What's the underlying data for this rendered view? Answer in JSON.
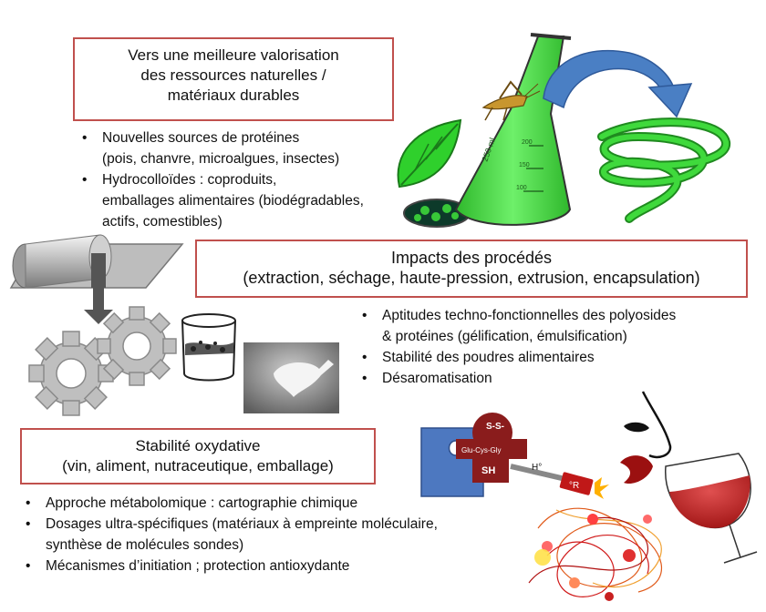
{
  "sections": [
    {
      "title_lines": [
        "Vers une meilleure valorisation",
        "des ressources naturelles /",
        "matériaux durables"
      ],
      "bullets": [
        {
          "lines": [
            "Nouvelles sources de protéines",
            "(pois, chanvre, microalgues, insectes)"
          ]
        },
        {
          "lines": [
            "Hydrocolloïdes : coproduits,",
            "emballages alimentaires (biodégradables,",
            "actifs, comestibles)"
          ]
        }
      ]
    },
    {
      "title_lines": [
        "Impacts des procédés",
        "(extraction, séchage, haute-pression, extrusion, encapsulation)"
      ],
      "bullets": [
        {
          "lines": [
            "Aptitudes techno-fonctionnelles des polyosides",
            "& protéines (gélification, émulsification)"
          ]
        },
        {
          "lines": [
            "Stabilité des poudres alimentaires"
          ]
        },
        {
          "lines": [
            "Désaromatisation"
          ]
        }
      ]
    },
    {
      "title_lines": [
        "Stabilité oxydative",
        "(vin, aliment, nutraceutique, emballage)"
      ],
      "bullets": [
        {
          "lines": [
            "Approche métabolomique : cartographie chimique"
          ]
        },
        {
          "lines": [
            "Dosages ultra-spécifiques (matériaux à empreinte moléculaire,",
            "synthèse de molécules sondes)"
          ]
        },
        {
          "lines": [
            "Mécanismes d’initiation ; protection antioxydante"
          ]
        }
      ]
    }
  ],
  "molecule_labels": {
    "disulfide": "S-S-",
    "tripeptide": "Glu-Cys-Gly",
    "thiol": "SH",
    "hydrogen": "H°",
    "radical": "°R"
  },
  "flask_labels": {
    "volume": "250 ml",
    "grad_top": "200",
    "grad_mid": "150",
    "grad_low": "100"
  },
  "colors": {
    "box_border": "#c0504d",
    "green": "#3fd93c",
    "dark_green": "#1f8a1f",
    "blue_arrow": "#4a7fc4",
    "protein_blue": "#4d78c0",
    "wine_red": "#9b1010",
    "gear_gray": "#bfbfbf"
  }
}
